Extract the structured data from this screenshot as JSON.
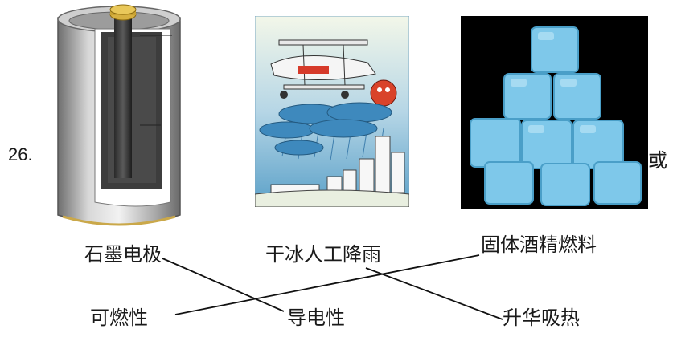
{
  "question_number": "26.",
  "trailing_text": "或",
  "images": [
    {
      "name": "graphite-electrode-battery-image"
    },
    {
      "name": "artificial-rain-cartoon-image"
    },
    {
      "name": "solid-alcohol-fuel-image"
    }
  ],
  "top_labels": [
    "石墨电极",
    "干冰人工降雨",
    "固体酒精燃料"
  ],
  "bottom_labels": [
    "可燃性",
    "导电性",
    "升华吸热"
  ],
  "connections": [
    {
      "from": "石墨电极",
      "to": "导电性"
    },
    {
      "from": "干冰人工降雨",
      "to": "升华吸热"
    },
    {
      "from": "固体酒精燃料",
      "to": "可燃性"
    }
  ]
}
